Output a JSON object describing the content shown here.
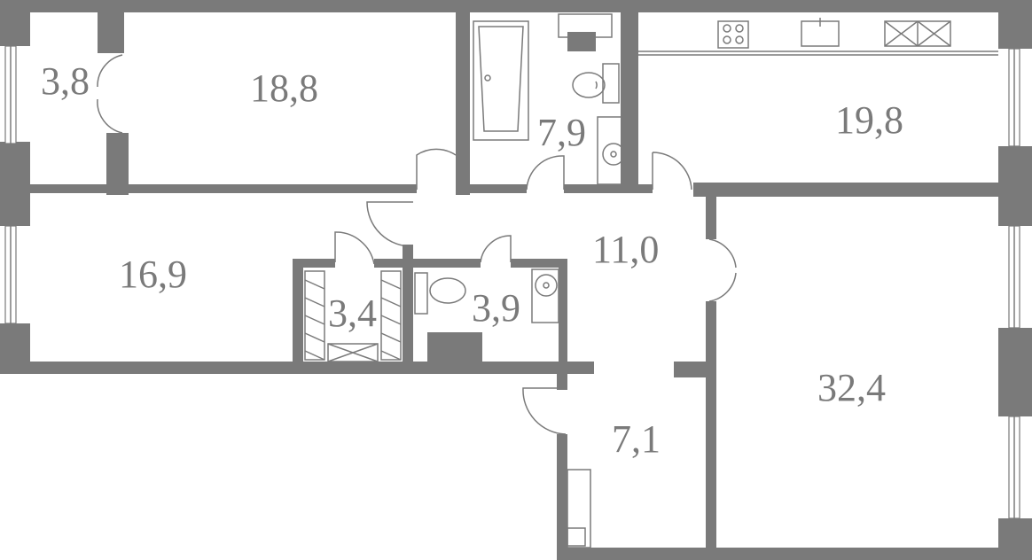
{
  "colors": {
    "wall": "#7a7a7a",
    "background": "#ffffff"
  },
  "rooms": {
    "storage_top": "3,8",
    "bedroom_top": "18,8",
    "bathroom": "7,9",
    "kitchen": "19,8",
    "bedroom_left": "16,9",
    "wardrobe": "3,4",
    "wc": "3,9",
    "hall": "11,0",
    "living": "32,4",
    "entrance": "7,1"
  }
}
